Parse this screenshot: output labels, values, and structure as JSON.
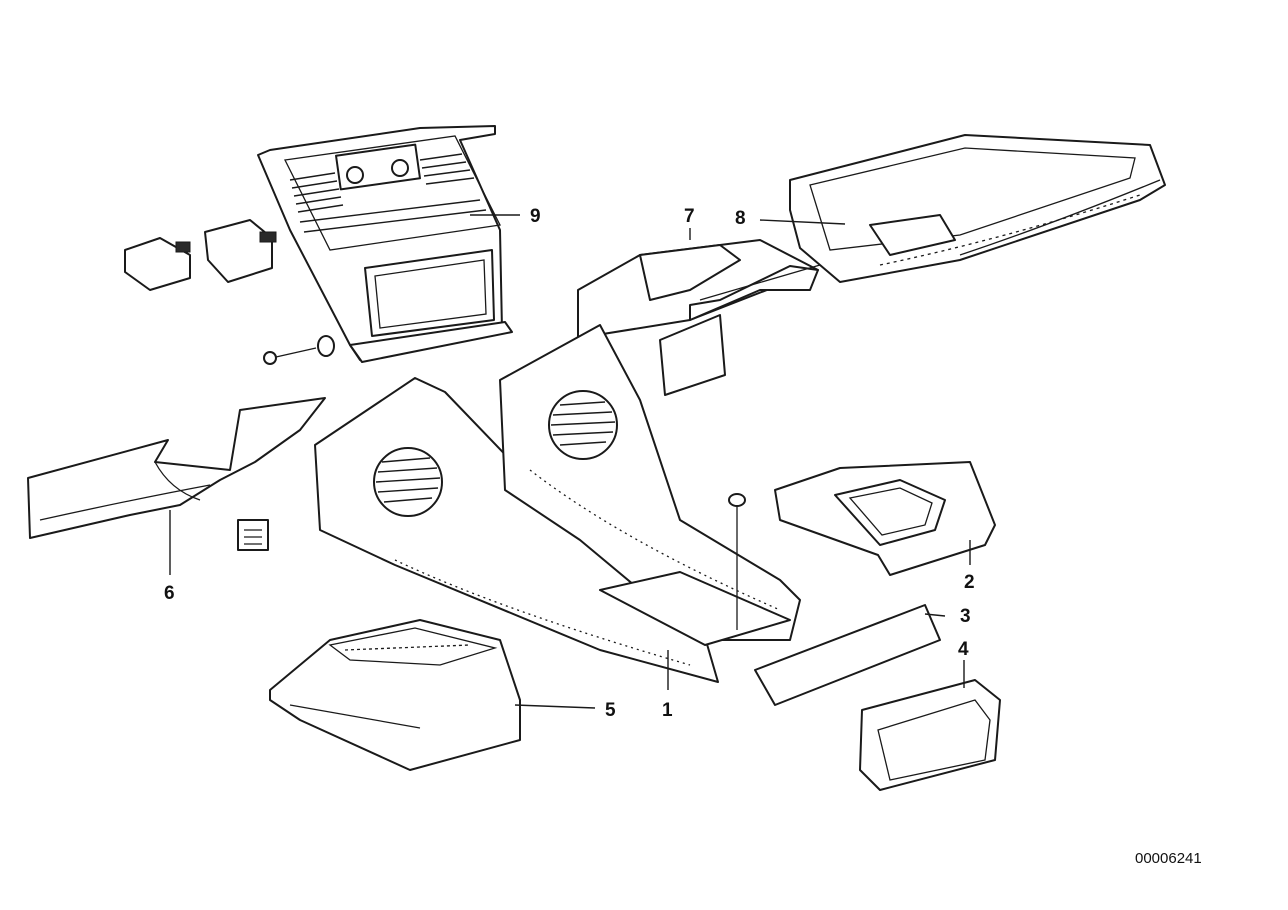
{
  "callouts": {
    "p1": "1",
    "p2": "2",
    "p3": "3",
    "p4": "4",
    "p5": "5",
    "p6": "6",
    "p7": "7",
    "p8": "8",
    "p9": "9"
  },
  "document_number": "00006241"
}
